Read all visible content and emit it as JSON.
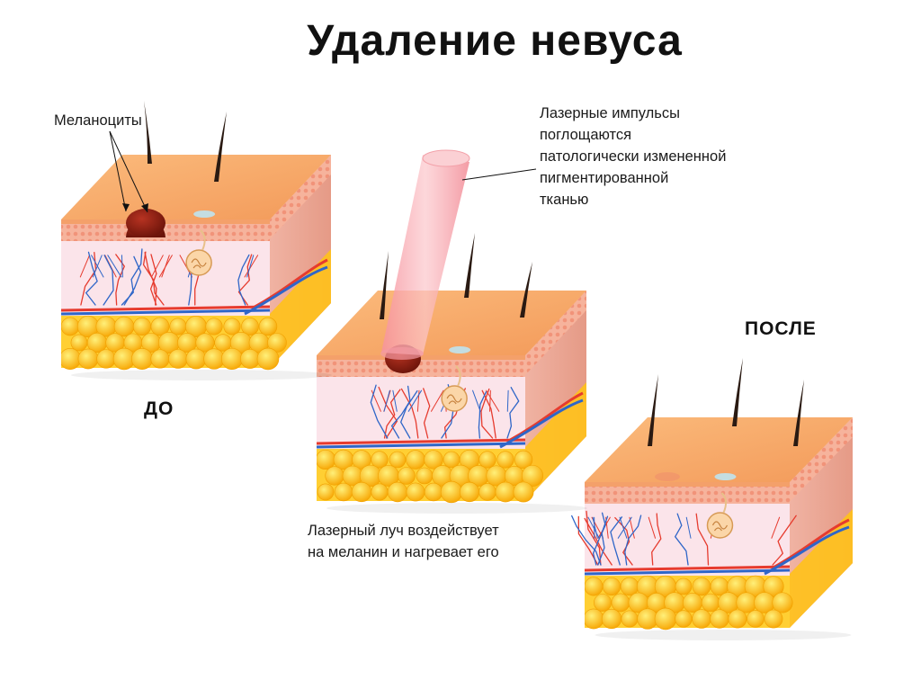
{
  "title": "Удаление невуса",
  "labels": {
    "melanocytes": "Меланоциты",
    "laser_note": [
      "Лазерные импульсы",
      "поглощаются",
      "патологически измененной",
      "пигментированной",
      "тканью"
    ],
    "beam_note": [
      "Лазерный луч воздействует",
      "на меланин и нагревает его"
    ]
  },
  "stages": {
    "before": "ДО",
    "after": "ПОСЛЕ"
  },
  "colors": {
    "skin_top": "#f6a868",
    "skin_front": "#f8c7b8",
    "dermis": "#fbe4ea",
    "fat": "#ffc21a",
    "nevus": "#8c1f12",
    "laser": "#f7a3aa",
    "hair": "#2a1a12",
    "artery": "#e63b2e",
    "vein": "#2f66c8"
  }
}
